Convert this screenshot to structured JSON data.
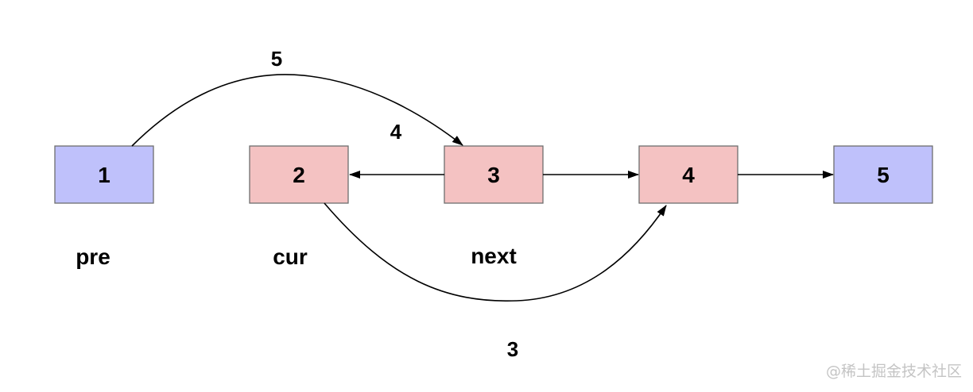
{
  "colors": {
    "blue_node": "#bfc1fb",
    "pink_node": "#f4c2c2",
    "edge": "#000000",
    "text": "#000000",
    "watermark": "#c4c4c4"
  },
  "nodes": [
    {
      "label": "1",
      "color": "blue"
    },
    {
      "label": "2",
      "color": "pink"
    },
    {
      "label": "3",
      "color": "pink"
    },
    {
      "label": "4",
      "color": "pink"
    },
    {
      "label": "5",
      "color": "blue"
    }
  ],
  "pointers": [
    "pre",
    "cur",
    "next"
  ],
  "steps": {
    "curve_top": "5",
    "arrow_back": "4",
    "curve_bottom": "3"
  },
  "edges": [
    {
      "from": "3",
      "to": "2",
      "step": "4"
    },
    {
      "from": "3",
      "to": "4"
    },
    {
      "from": "4",
      "to": "5"
    },
    {
      "from": "1",
      "to": "3",
      "step": "5",
      "shape": "curve"
    },
    {
      "from": "2",
      "to": "4",
      "step": "3",
      "shape": "curve"
    }
  ],
  "watermark": "@稀土掘金技术社区"
}
